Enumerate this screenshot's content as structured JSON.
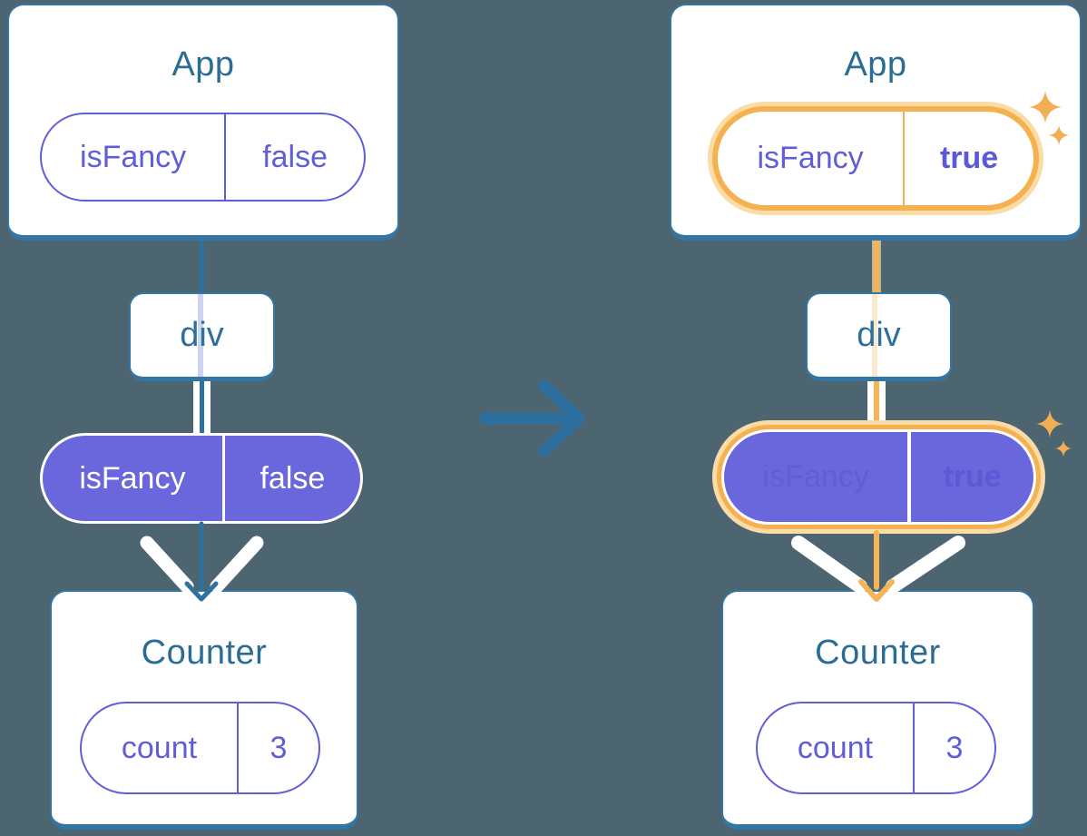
{
  "colors": {
    "background": "#4D6570",
    "card_background": "#FFFFFF",
    "card_border": "#3376A4",
    "component_title_text": "#2B6C93",
    "tree_line_teal": "#2E719E",
    "state_pill_purple": "#605ED6",
    "prop_pill_fill": "#6A66DB",
    "prop_pill_text": "#FFFFFF",
    "highlight_orange": "#F5B14F",
    "highlight_halo": "#FBDCA6",
    "sparkle_orange": "#F2AE55",
    "transition_arrow_blue": "#2D6F9E"
  },
  "before": {
    "app": {
      "title": "App",
      "state": {
        "name": "isFancy",
        "value": "false"
      }
    },
    "container": {
      "title": "div"
    },
    "prop": {
      "name": "isFancy",
      "value": "false"
    },
    "counter": {
      "title": "Counter",
      "state": {
        "name": "count",
        "value": "3"
      }
    }
  },
  "after": {
    "app": {
      "title": "App",
      "state": {
        "name": "isFancy",
        "value": "true"
      }
    },
    "container": {
      "title": "div"
    },
    "prop": {
      "name": "isFancy",
      "value": "true"
    },
    "counter": {
      "title": "Counter",
      "state": {
        "name": "count",
        "value": "3"
      }
    }
  }
}
